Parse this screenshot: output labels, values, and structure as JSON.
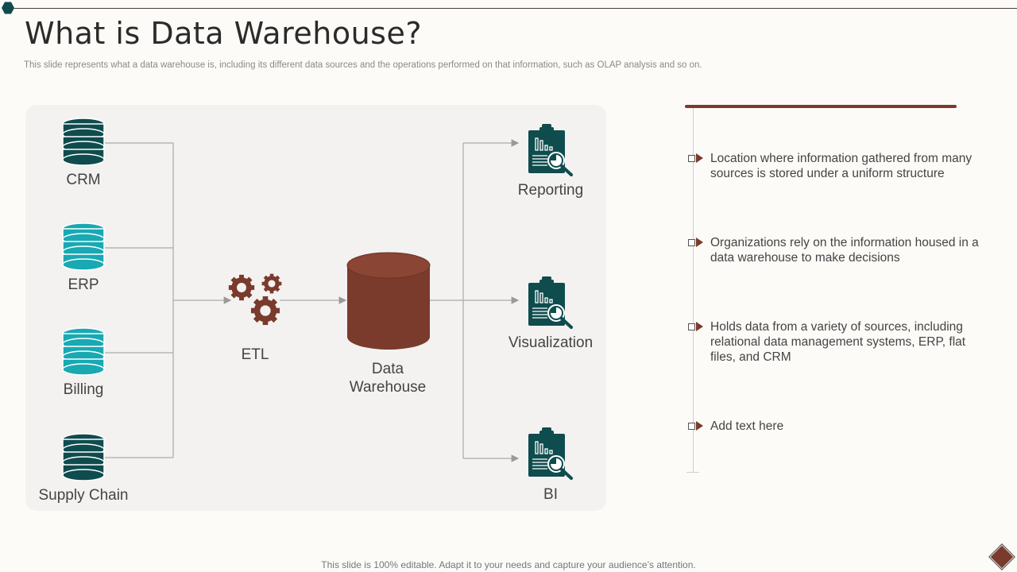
{
  "header": {
    "title": "What is Data Warehouse?",
    "subtitle": "This slide represents what a data warehouse is, including its different data sources and the operations performed on that information, such as OLAP analysis and so on."
  },
  "diagram": {
    "sources": [
      {
        "label": "CRM",
        "color": "#0f4c4e"
      },
      {
        "label": "ERP",
        "color": "#18a9b3"
      },
      {
        "label": "Billing",
        "color": "#18a9b3"
      },
      {
        "label": "Supply Chain",
        "color": "#0f4c4e"
      }
    ],
    "etl": "ETL",
    "warehouse": [
      "Data",
      "Warehouse"
    ],
    "outputs": [
      {
        "label": "Reporting"
      },
      {
        "label": "Visualization"
      },
      {
        "label": "BI"
      }
    ],
    "brown": "#7a3b2c"
  },
  "points": [
    "Location where information gathered from many sources is stored under a uniform structure",
    "Organizations rely on the information housed in a data warehouse to make decisions",
    "Holds data from a variety of sources, including relational data management systems, ERP, flat files, and CRM",
    "Add text here"
  ],
  "footer": "This slide is 100% editable. Adapt it to your needs and capture your audience’s attention."
}
